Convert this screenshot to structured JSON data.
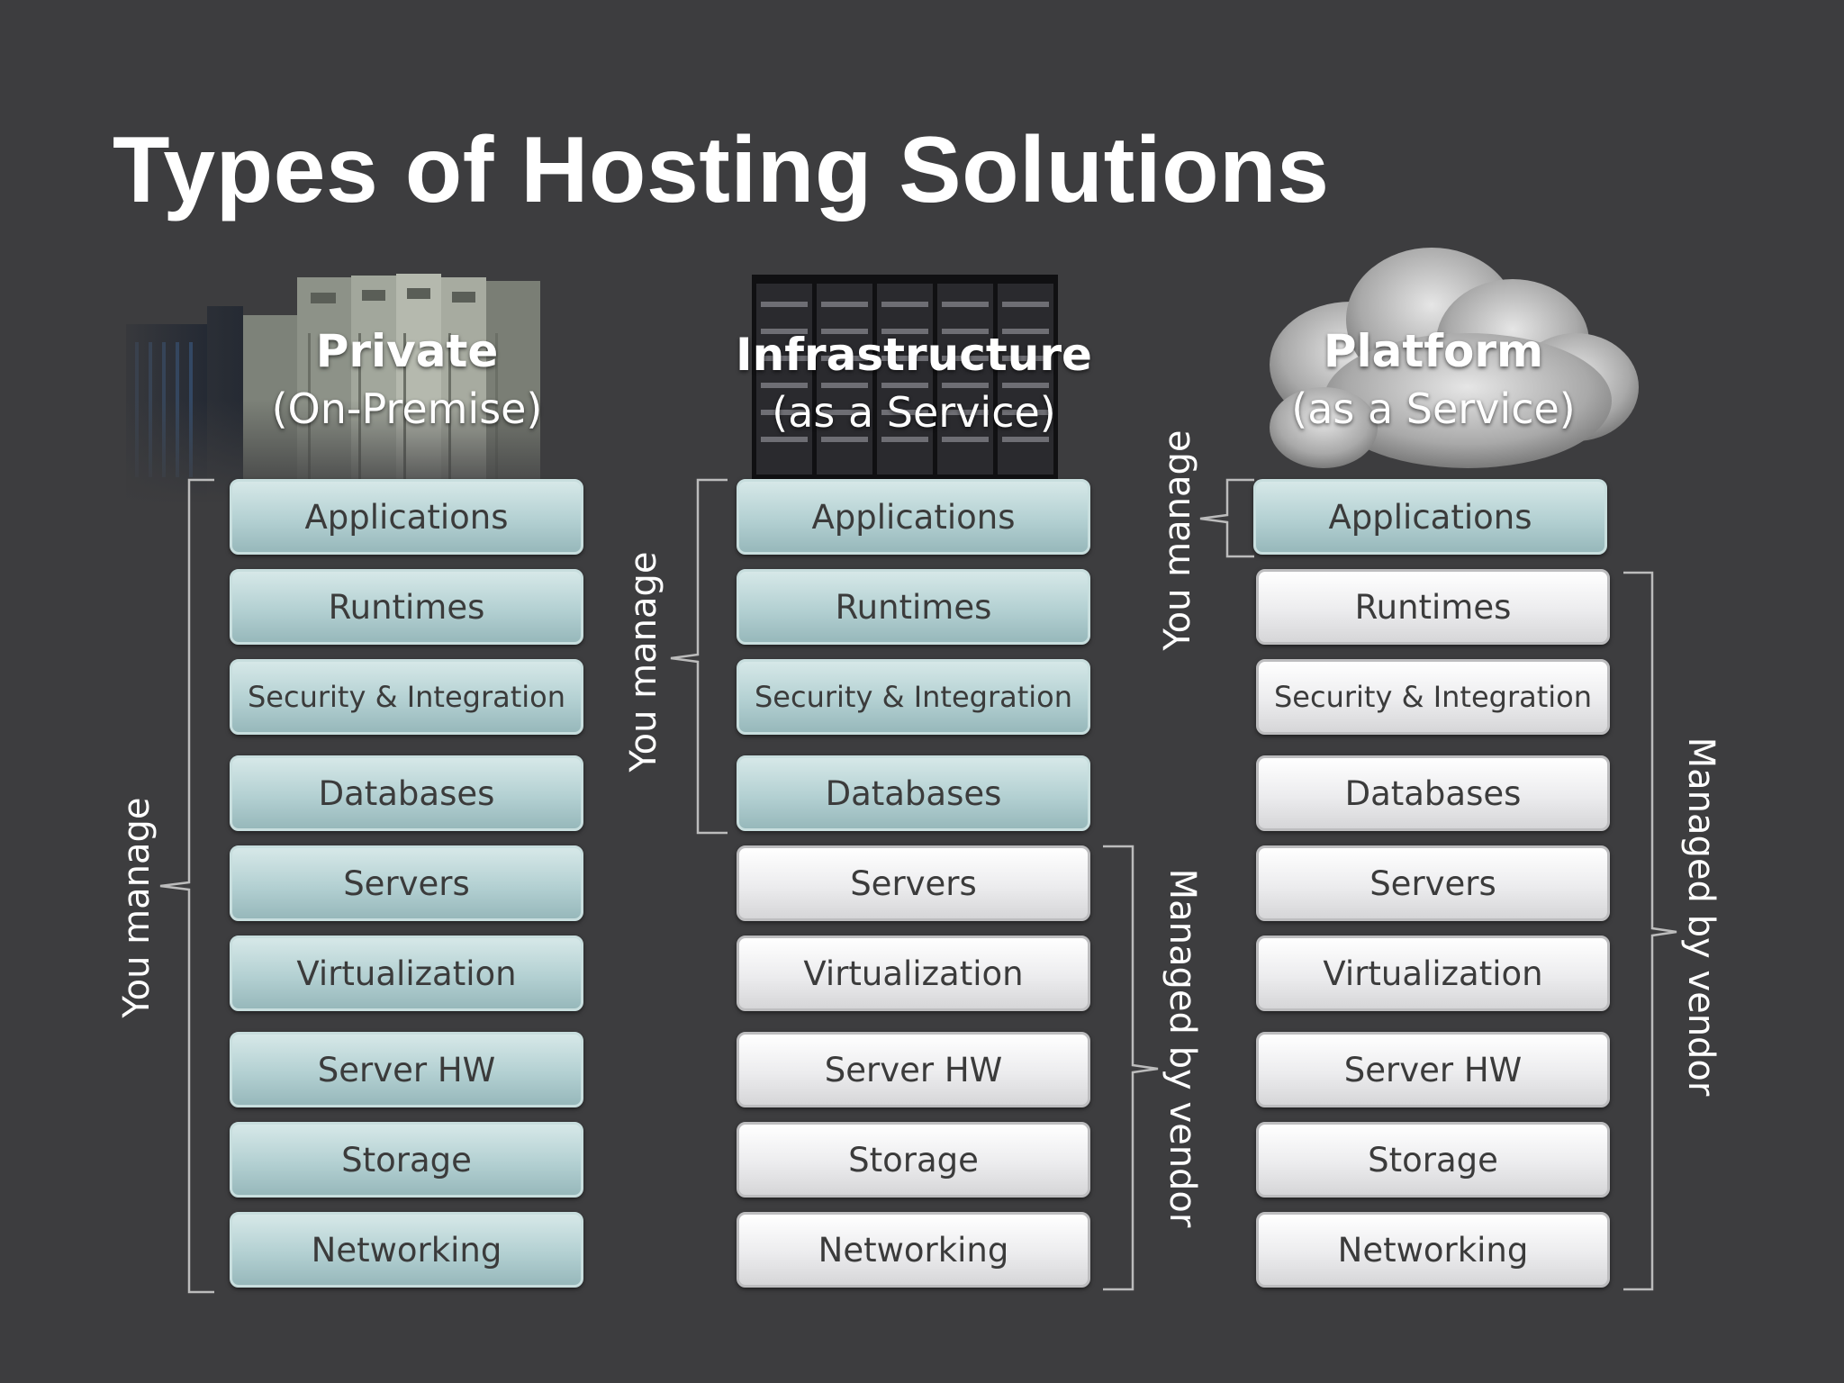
{
  "title": "Types of Hosting Solutions",
  "columns": [
    {
      "heading": "Private",
      "subheading": "(On-Premise)",
      "layers": [
        "Applications",
        "Runtimes",
        "Security & Integration",
        "Databases",
        "Servers",
        "Virtualization",
        "Server HW",
        "Storage",
        "Networking"
      ],
      "you_manage": "You manage"
    },
    {
      "heading": "Infrastructure",
      "subheading": "(as a Service)",
      "layers": [
        "Applications",
        "Runtimes",
        "Security & Integration",
        "Databases",
        "Servers",
        "Virtualization",
        "Server HW",
        "Storage",
        "Networking"
      ],
      "you_manage": "You manage",
      "managed_by_vendor": "Managed by vendor"
    },
    {
      "heading": "Platform",
      "subheading": "(as a Service)",
      "layers": [
        "Applications",
        "Runtimes",
        "Security & Integration",
        "Databases",
        "Servers",
        "Virtualization",
        "Server HW",
        "Storage",
        "Networking"
      ],
      "you_manage": "You manage",
      "managed_by_vendor": "Managed by vendor"
    }
  ],
  "colors": {
    "background": "#3d3d3f",
    "you_manage_layer": "#b3d0d2",
    "vendor_layer": "#ececee",
    "text_light": "#ffffff",
    "text_dark": "#3b3b3b"
  }
}
